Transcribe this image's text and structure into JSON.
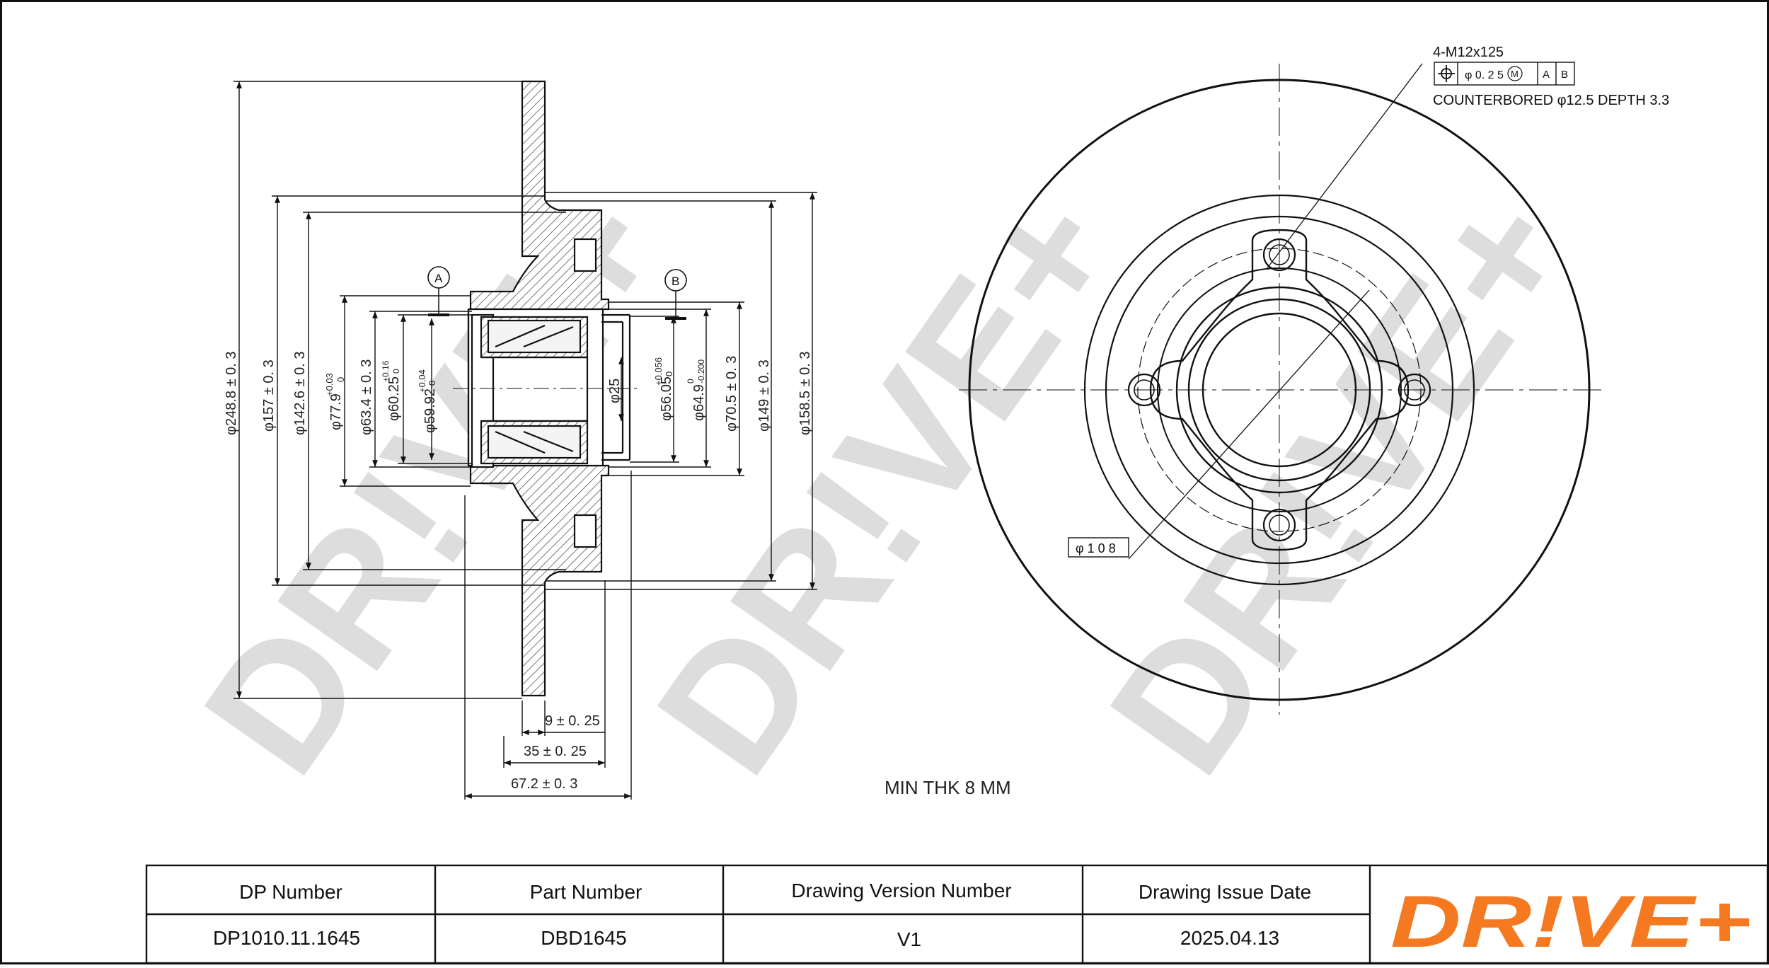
{
  "watermark": "DR!VE+",
  "colors": {
    "brand_orange": "#F47920",
    "line": "#111111",
    "hatch": "#666666",
    "watermark": "#d9d9d9"
  },
  "section_view": {
    "datum_a": "A",
    "datum_b": "B",
    "dims_left": [
      "φ248.8 ± 0. 3",
      "φ157 ± 0. 3",
      "φ142.6 ± 0. 3",
      "φ77.9",
      "φ63.4 ± 0. 3",
      "φ60.25",
      "φ59.92"
    ],
    "tol_779": [
      "+0.03",
      "0"
    ],
    "tol_6025": [
      "+0.16",
      "0"
    ],
    "tol_5992": [
      "+0.04",
      "0"
    ],
    "dim_25": "φ25",
    "dims_right": [
      "φ56.05",
      "φ64.9",
      "φ70.5 ± 0. 3",
      "φ149 ± 0. 3",
      "φ158.5 ± 0. 3"
    ],
    "tol_5605": [
      "+0.056",
      "0"
    ],
    "tol_649": [
      "0",
      "-0.200"
    ],
    "dims_bottom": [
      "9 ± 0. 25",
      "35 ± 0. 25",
      "67.2 ± 0. 3"
    ],
    "min_thk": "MIN THK 8 MM"
  },
  "front_view": {
    "bolt_callout": "4-M12x125",
    "fcf": {
      "position_icon": "position-icon",
      "tolerance": "φ 0. 2 5",
      "modifier": "M",
      "datum1": "A",
      "datum2": "B"
    },
    "counterbore": "COUNTERBORED  φ12.5  DEPTH 3.3",
    "pcd": "φ 1 0 8"
  },
  "title_block": {
    "headers": [
      "DP Number",
      "Part Number",
      "Drawing Version Number",
      "Drawing Issue Date"
    ],
    "values": [
      "DP1010.11.1645",
      "DBD1645",
      "V1",
      "2025.04.13"
    ],
    "logo": "DR!VE+"
  }
}
